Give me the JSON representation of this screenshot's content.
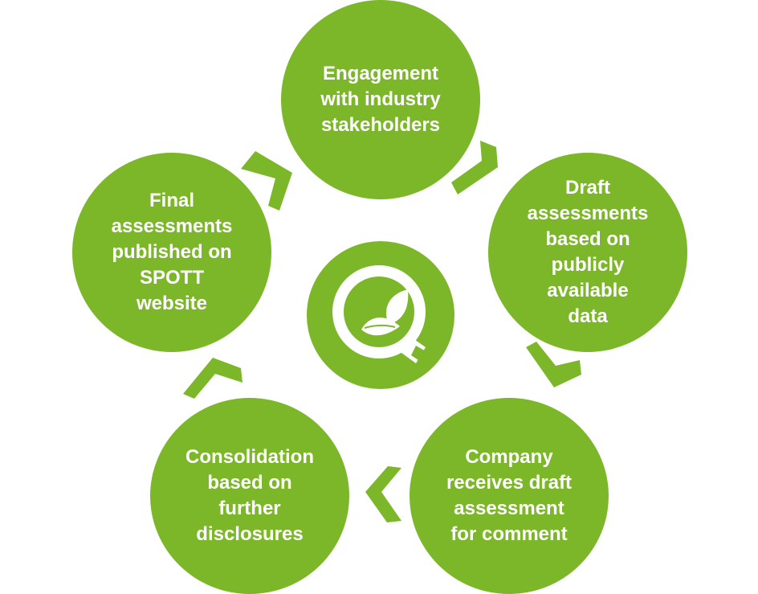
{
  "colors": {
    "accent": "#7cb72a",
    "text": "#ffffff",
    "background": "#ffffff"
  },
  "steps": [
    {
      "label": "Engagement\nwith industry\nstakeholders"
    },
    {
      "label": "Draft\nassessments\nbased on\npublicly\navailable\ndata"
    },
    {
      "label": "Company\nreceives draft\nassessment\nfor comment"
    },
    {
      "label": "Consolidation\nbased on\nfurther\ndisclosures"
    },
    {
      "label": "Final\nassessments\npublished on\nSPOTT\nwebsite"
    }
  ],
  "center_icon": "magnifier-leaf-icon",
  "connector_icon": "chevron-icon"
}
